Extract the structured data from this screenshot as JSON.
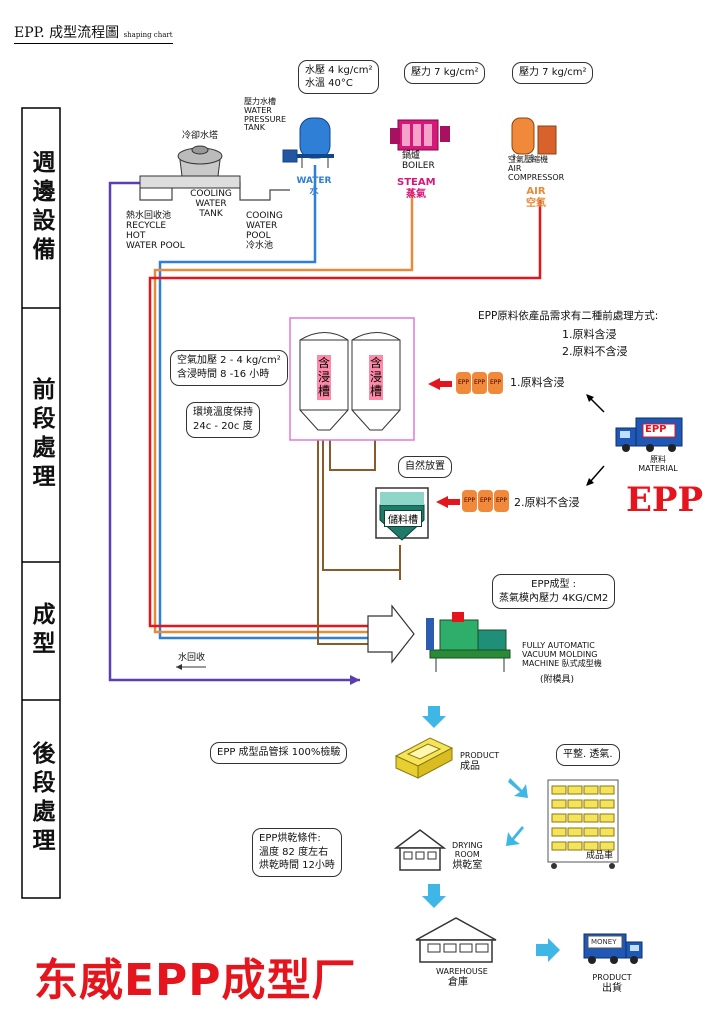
{
  "title": {
    "main": "EPP. 成型流程圖",
    "sub": "shaping chart"
  },
  "stages": [
    "週邊設備",
    "前段處理",
    "成型",
    "後段處理"
  ],
  "equipment": {
    "cooling_tower": "冷卻水塔",
    "cooling_water_tank": [
      "COOLING",
      "WATER",
      "TANK"
    ],
    "hot_pool": [
      "熱水回收池",
      "RECYCLE",
      "HOT",
      "WATER POOL"
    ],
    "cold_pool": [
      "COOING",
      "WATER",
      "POOL",
      "冷水池"
    ],
    "pressure_tank": [
      "壓力水槽",
      "WATER",
      "PRESSURE",
      "TANK"
    ],
    "water_en": "WATER",
    "water_zh": "水",
    "boiler": [
      "鍋爐",
      "BOILER"
    ],
    "steam_en": "STEAM",
    "steam_zh": "蒸氣",
    "compressor": [
      "空氣壓縮機",
      "AIR",
      "COMPRESSOR"
    ],
    "air_en": "AIR",
    "air_zh": "空氣"
  },
  "callouts": {
    "water": [
      "水壓 4 kg/cm²",
      "水溫 40°C"
    ],
    "steam": "壓力 7 kg/cm²",
    "air": "壓力 7 kg/cm²",
    "air_pressure": [
      "空氣加壓 2 - 4 kg/cm²",
      "含浸時間 8 -16 小時"
    ],
    "env_temp": [
      "環境溫度保持",
      "24c - 20c 度"
    ],
    "natural": "自然放置",
    "molding": [
      "EPP成型 :",
      "蒸氣模內壓力 4KG/CM2"
    ],
    "inspection": "EPP 成型品管採 100%檢驗",
    "flatness": "平整.  透氣.",
    "drying": [
      "EPP烘乾條件:",
      "溫度 82 度左右",
      "烘乾時間 12小時"
    ]
  },
  "pretreatment": {
    "intro": "EPP原料依產品需求有二種前處理方式:",
    "options": [
      "1.原料含浸",
      "2.原料不含浸"
    ],
    "path1": "1.原料含浸",
    "path2": "2.原料不含浸",
    "tank": "含浸槽",
    "storage": "儲料槽",
    "bag": "EPP"
  },
  "material": {
    "truck": "EPP",
    "zh": "原料",
    "en": "MATERIAL",
    "brand": "EPP"
  },
  "machine": [
    "FULLY AUTOMATIC",
    "VACUUM MOLDING",
    "MACHINE  臥式成型機",
    "(附模具)"
  ],
  "water_return": "水回收",
  "product": {
    "en": "PRODUCT",
    "zh": "成品"
  },
  "product_cart": "成品車",
  "drying_room": {
    "en1": "DRYING",
    "en2": "ROOM",
    "zh": "烘乾室"
  },
  "warehouse": {
    "en": "WAREHOUSE",
    "zh": "倉庫"
  },
  "shipping": {
    "truck": "MONEY",
    "en": "PRODUCT",
    "zh": "出貨"
  },
  "footer_brand": "东威EPP成型厂",
  "colors": {
    "water": "#2f7fd6",
    "steam": "#e98a3a",
    "air": "#e4151d",
    "return": "#5a3fb0",
    "pipe_brown": "#8b5a2b",
    "accent_red": "#e4151d",
    "cyan_arrow": "#3fb7e6"
  }
}
